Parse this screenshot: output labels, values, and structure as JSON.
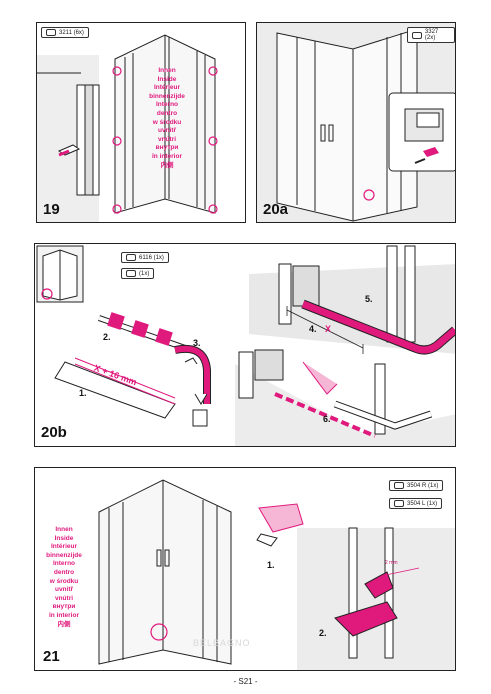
{
  "panel19": {
    "step": "19",
    "badge": "3211 (6x)",
    "words": [
      "Innen",
      "Inside",
      "Intérieur",
      "binnenzijde",
      "Interno",
      "dentro",
      "w środku",
      "uvnitř",
      "vnútri",
      "внутри",
      "în interior",
      "内侧"
    ]
  },
  "panel20a": {
    "step": "20a",
    "badge": "3327 (2x)"
  },
  "panel20b": {
    "step": "20b",
    "badge_a": "6116 (1x)",
    "badge_b": "(1x)",
    "labels": [
      "1.",
      "2.",
      "3.",
      "4.",
      "5.",
      "6."
    ],
    "measure": "X + 16 mm",
    "x": "X"
  },
  "panel21": {
    "step": "21",
    "badge_r": "3504 R (1x)",
    "badge_l": "3504 L (1x)",
    "words": [
      "Innen",
      "Inside",
      "Intérieur",
      "binnenzijde",
      "Interno",
      "dentro",
      "w środku",
      "uvnitř",
      "vnútri",
      "внутри",
      "în interior",
      "内侧"
    ],
    "labels": [
      "1.",
      "2."
    ],
    "gap": "2 mm",
    "watermark": "BELBAGNO"
  },
  "footer": "- S21 -",
  "colors": {
    "accent": "#e0197d",
    "line": "#222222",
    "wall": "#e6e6e6"
  }
}
